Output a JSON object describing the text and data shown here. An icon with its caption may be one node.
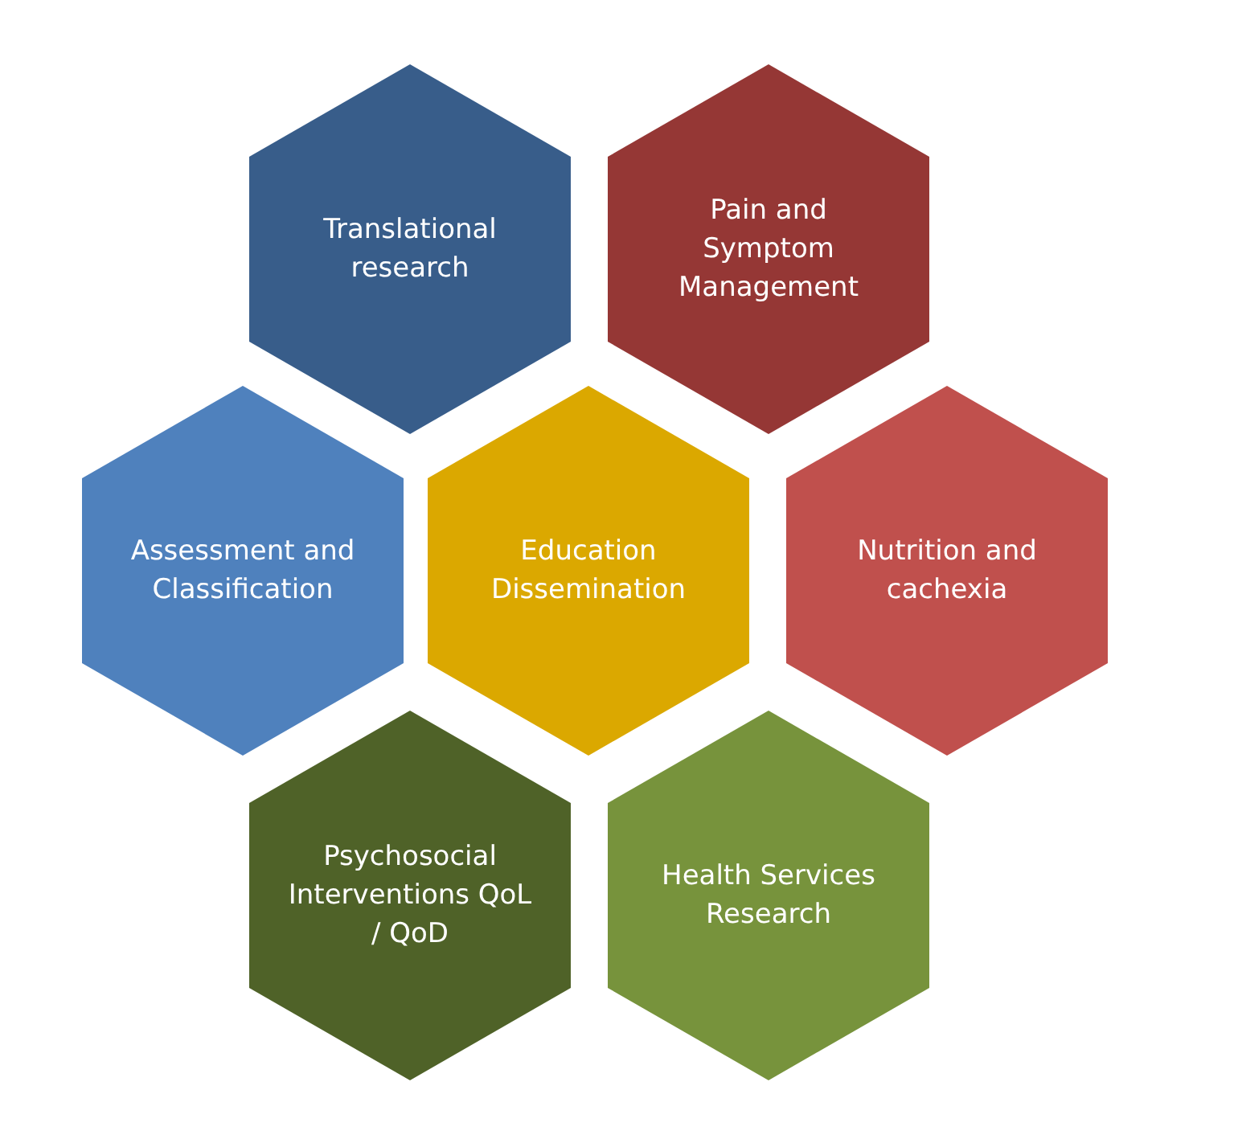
{
  "diagram": {
    "nodes": [
      {
        "text": [
          "Translational research"
        ]
      },
      {
        "text": [
          "Pain and Symptom Management"
        ]
      },
      {
        "text": [
          "Assessment and Classification"
        ]
      },
      {
        "text": [
          "Education Dissemination"
        ]
      },
      {
        "text": [
          "Nutrition and cachexia"
        ]
      },
      {
        "text": [
          "Psychosocial Interventions QoL / QoD"
        ]
      },
      {
        "text": [
          "Health Services Research"
        ]
      }
    ]
  }
}
